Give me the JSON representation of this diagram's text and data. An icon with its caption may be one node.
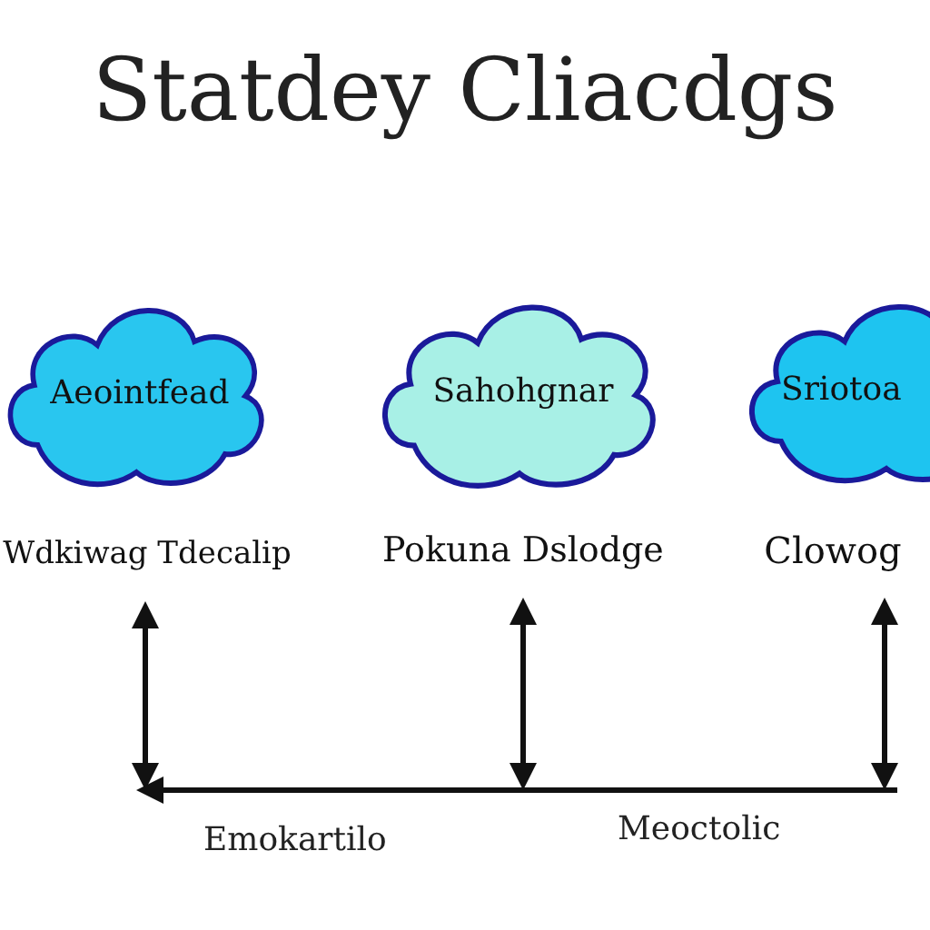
{
  "diagram": {
    "title": "Statdey Cliacdgs",
    "nodes": [
      {
        "text": [
          "Aeointfead"
        ]
      },
      {
        "text": [
          "Sahohgnar"
        ]
      },
      {
        "text": [
          "Sriotoa"
        ]
      },
      {
        "text": [
          "Wdkiwag Tdecalip"
        ]
      },
      {
        "text": [
          "Pokuna Dslodge"
        ]
      },
      {
        "text": [
          "Clowog"
        ]
      },
      {
        "text": [],
        "shape": "bar"
      }
    ],
    "edges": [
      {
        "from": 6,
        "to": 3,
        "arrow": "both"
      },
      {
        "from": 6,
        "to": 4,
        "arrow": "both"
      },
      {
        "from": 6,
        "to": 5,
        "arrow": "both"
      }
    ],
    "labels": [
      "Emokartilo",
      "Meoctolic"
    ]
  }
}
